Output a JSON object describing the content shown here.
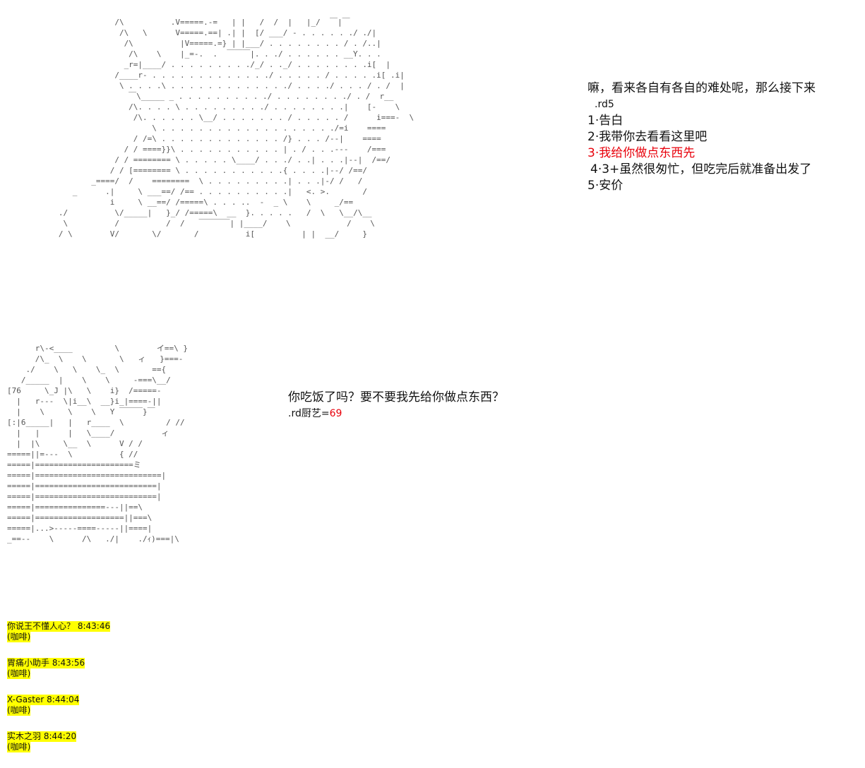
{
  "art_top": "                       /\\          .V=====.-=   | |   /  /  |   |_/  ￣|￣\n                        /\\   \\      V=====.==| .| |  [/ ___/ - . . . . . ./ ./|\n                         /\\          |V=====.=} | |___/ . . . . . . . . / . /..|\n                          /\\    \\    |_=-.  .  ￣￣￣|. . ./ . . . . . . __Y. . .\n                         _r=|____/ . . . . . . . . ./_/ . ._/ . . . . . . . .i[  |\n                       /____r- . . . . . . . . . . . . ./ . . . . . / . . . . .i[ .i|\n                        \\ . . . .\\ . . . . . . . . . . . . ./ . . . ./ . . . / . /  |\n                          ￣\\_____ _ . . . . . . . . . ./ . . . . . . . ./ . /  r__\n                          /\\. . . . \\ . . . . . . . . ./ . . . . . . . .|    [-    \\\n                           /\\. . . . . . \\__/ . . . . . . . / . . . . . /      i===-  \\\n                               \\ . . . . . . . . . . . . . . . . . . ./=i    ====\n                           / /=\\ . . . . . . . . . . . . . /} . . . /--|    ====\n                         / / ====}}\\ . . . . . . . . . . . | . / . . .---    /===\n                       / / ======== \\ . . . . . \\____/ . . ./ . .| . . .|--|  /==/\n                      / / [======== \\ . . . . . . . . . . .{ . . . .|--/ /==/\n                  _====/  /    ========  \\ . . . . . . . . .| . . .|-/ /   /\n              _      .|     \\ ___==/ /== . . . . . . . . . .|   <. >.       /\n                      i     \\ __==/ /=====\\ . . . ..  -  _ \\    \\     _/==\n           ./          \\/_____|   }_/ /=====\\  __  }. . . . .   /  \\   \\__/\\__\n            \\          /          /  /   ￣￣￣￣| |____/    \\            /    \\\n           / \\        V/       \\/       /          i[          | |  __/     }",
  "art_bottom": "      r\\-<____         \\        イ==\\ }\n      /\\_  \\    \\       \\   ィ   }===-\n    ./    \\   \\    \\_  \\       =={\n   /_____  |    \\    \\     -===\\__/\n[76     \\_J |\\   \\    i}  /=====-\n  |   r---  \\|i__\\  __}i_|====-||\n  |    \\     \\    \\   Y ￣￣￣}￣\n[:|6_____|   |   r____  \\         / //\n  |   |      |   \\____/          ィ\n  |  |\\     \\__  \\      V / /\n=====||=---  \\          { //\n=====|=====================ミ\n=====|===========================|\n=====|==========================|\n=====|==========================|\n=====|===============---||==\\\n=====|===================||===\\\n=====|...>-----====-----||====|\n_==--    \\      /\\   ./|    ./ｨ)===|\\",
  "dialog_top": {
    "intro": "嘛，看来各自有各自的难处呢，那么接下来",
    "roll": ".rd5",
    "options": [
      "1·告白",
      "2·我带你去看看这里吧",
      "3·我给你做点东西先",
      "4·3+虽然很匆忙，但吃完后就准备出发了",
      "5·安价"
    ]
  },
  "dialog_bottom": {
    "line": "你吃饭了吗？要不要我先给你做点东西？",
    "roll_label": ".rd厨艺=",
    "roll_value": "69"
  },
  "comments": [
    {
      "author": "你说王不懂人心？",
      "time": "8:43:46",
      "text": "(咖啡)"
    },
    {
      "author": "胃痛小助手",
      "time": "8:43:56",
      "text": "(咖啡)"
    },
    {
      "author": "X-Gaster",
      "time": "8:44:04",
      "text": "(咖啡)"
    },
    {
      "author": "实木之羽",
      "time": "8:44:20",
      "text": "(咖啡)"
    }
  ],
  "colors": {
    "highlight": "#ffff00",
    "chosen_option": "#e8000b",
    "roll_value": "#e8000b"
  }
}
